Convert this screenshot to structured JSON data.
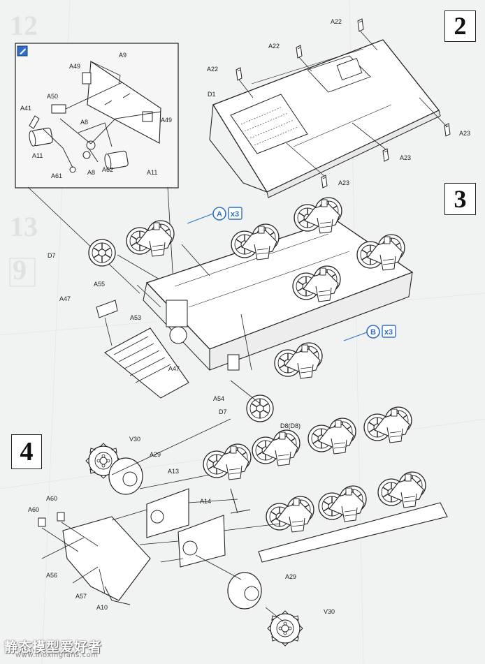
{
  "steps": {
    "s2": "2",
    "s3": "3",
    "s4": "4"
  },
  "faint_numbers": {
    "n12": "12",
    "n13": "13",
    "n9": "9"
  },
  "callout": {
    "a_letter": "A",
    "a_mult": "x3",
    "b_letter": "B",
    "b_mult": "x3"
  },
  "labels": {
    "A22a": "A22",
    "A22b": "A22",
    "A22c": "A22",
    "D1": "D1",
    "A23a": "A23",
    "A23b": "A23",
    "A23c": "A23",
    "A49a": "A49",
    "A9": "A9",
    "A50": "A50",
    "A41": "A41",
    "A49b": "A49",
    "A8a": "A8",
    "A11a": "A11",
    "A61": "A61",
    "A8b": "A8",
    "A62": "A62",
    "A11b": "A11",
    "D7a": "D7",
    "A55": "A55",
    "A47a": "A47",
    "A53": "A53",
    "A47b": "A47",
    "A54": "A54",
    "D7b": "D7",
    "D8": "D8(D8)",
    "V30a": "V30",
    "A29a": "A29",
    "A13": "A13",
    "A60a": "A60",
    "A60b": "A60",
    "A14": "A14",
    "A56": "A56",
    "A57": "A57",
    "A10": "A10",
    "A29b": "A29",
    "V30b": "V30"
  },
  "watermark": {
    "text": "静态模型爱好者",
    "url": "www.moxingfans.com"
  },
  "colors": {
    "callout_blue": "#2f6fc8",
    "paper": "#f1f2f2",
    "ink": "#222222"
  }
}
